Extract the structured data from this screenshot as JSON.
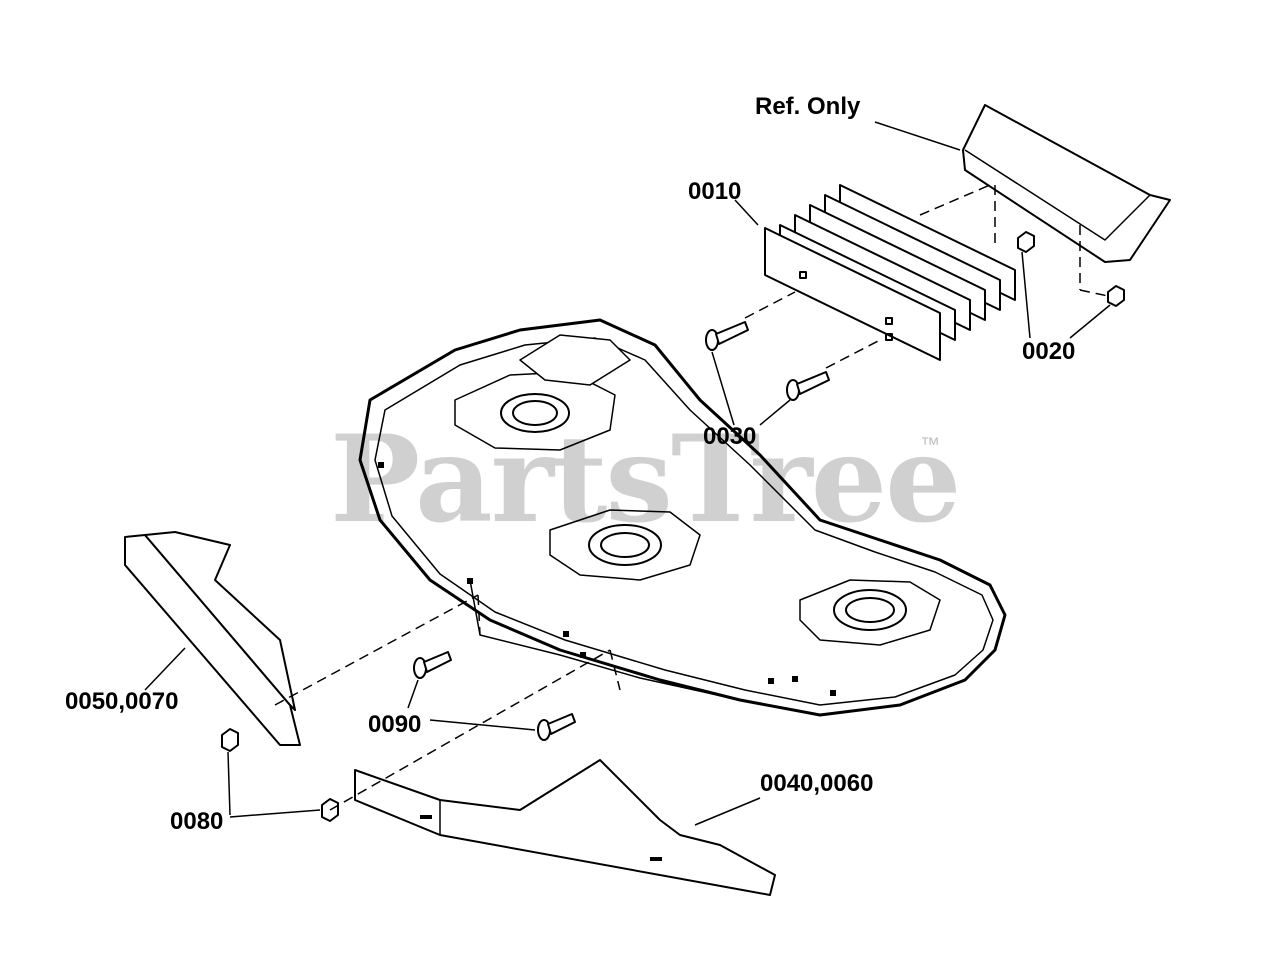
{
  "watermark": {
    "text": "PartsTree",
    "trademark": "™"
  },
  "labels": {
    "ref_only": "Ref. Only",
    "part_0010": "0010",
    "part_0020": "0020",
    "part_0030": "0030",
    "part_0050_0070": "0050,0070",
    "part_0090": "0090",
    "part_0080": "0080",
    "part_0040_0060": "0040,0060"
  },
  "colors": {
    "line": "#000000",
    "part_fill": "#ffffff",
    "watermark": "#b0b0b0"
  }
}
